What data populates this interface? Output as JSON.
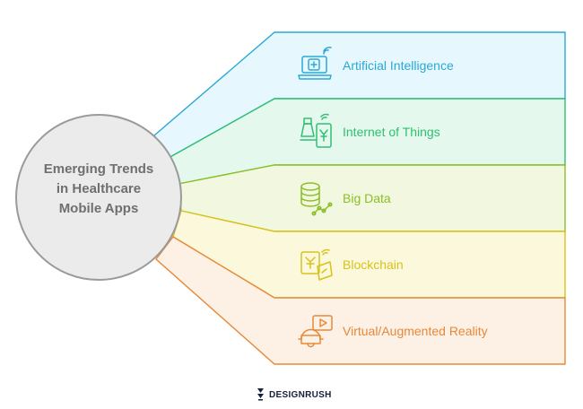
{
  "center": {
    "lines": [
      "Emerging Trends",
      "in Healthcare",
      "Mobile Apps"
    ]
  },
  "trends": [
    {
      "label": "Artificial Intelligence",
      "icon": "laptop-medical-icon",
      "color": "#2aa9d6",
      "fill": "#e6f7fd"
    },
    {
      "label": "Internet of Things",
      "icon": "iot-device-icon",
      "color": "#2fbf71",
      "fill": "#e5f8ee"
    },
    {
      "label": "Big Data",
      "icon": "database-icon",
      "color": "#8cbf26",
      "fill": "#f1f8df"
    },
    {
      "label": "Blockchain",
      "icon": "blockchain-icon",
      "color": "#d8c21c",
      "fill": "#fcf8dc"
    },
    {
      "label": "Virtual/Augmented Reality",
      "icon": "vr-headset-icon",
      "color": "#e6893a",
      "fill": "#fdf0e4"
    }
  ],
  "brand": {
    "name": "DESIGNRUSH"
  }
}
